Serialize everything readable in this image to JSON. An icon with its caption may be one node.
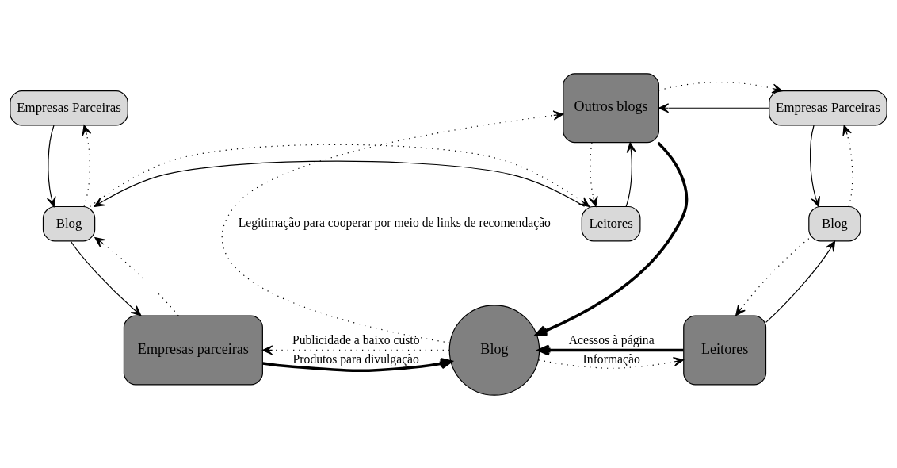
{
  "diagram": {
    "nodes": [
      {
        "text": [
          "Empresas Parceiras"
        ]
      },
      {
        "text": [
          "Outros blogs"
        ]
      },
      {
        "text": [
          "Empresas Parceiras"
        ]
      },
      {
        "text": [
          "Blog"
        ]
      },
      {
        "text": [
          "Leitores"
        ]
      },
      {
        "text": [
          "Blog"
        ]
      },
      {
        "text": [
          "Empresas parceiras"
        ]
      },
      {
        "text": [
          "Blog"
        ]
      },
      {
        "text": [
          "Leitores"
        ]
      }
    ],
    "edges": [
      {
        "from": 0,
        "to": 3,
        "arrow": "to"
      },
      {
        "from": 3,
        "to": 0,
        "arrow": "to",
        "style": "dashed"
      },
      {
        "from": 4,
        "to": 3,
        "arrow": "to"
      },
      {
        "from": 3,
        "to": 4,
        "arrow": "to",
        "style": "dashed"
      },
      {
        "from": 4,
        "to": 1,
        "arrow": "to"
      },
      {
        "from": 1,
        "to": 4,
        "arrow": "to",
        "style": "dashed"
      },
      {
        "from": 2,
        "to": 1,
        "arrow": "to"
      },
      {
        "from": 1,
        "to": 2,
        "arrow": "to",
        "style": "dashed"
      },
      {
        "from": 2,
        "to": 5,
        "arrow": "to"
      },
      {
        "from": 5,
        "to": 2,
        "arrow": "to",
        "style": "dashed"
      },
      {
        "from": 8,
        "to": 5,
        "arrow": "to"
      },
      {
        "from": 5,
        "to": 8,
        "arrow": "to",
        "style": "dashed"
      },
      {
        "from": 3,
        "to": 6,
        "arrow": "to"
      },
      {
        "from": 6,
        "to": 3,
        "arrow": "to",
        "style": "dashed"
      },
      {
        "from": 1,
        "to": 7,
        "arrow": "to",
        "style": "thick"
      },
      {
        "from": 7,
        "to": 1,
        "arrow": "to",
        "style": "dashed",
        "label": "Legitimação para cooperar por meio de links de recomendação"
      },
      {
        "from": 6,
        "to": 7,
        "arrow": "to",
        "style": "thick",
        "label": "Produtos para divulgação"
      },
      {
        "from": 8,
        "to": 7,
        "arrow": "to",
        "style": "thick",
        "label": "Acessos à página"
      },
      {
        "from": 7,
        "to": 6,
        "arrow": "to",
        "style": "dashed",
        "label": "Publicidade a baixo custo"
      },
      {
        "from": 7,
        "to": 8,
        "arrow": "to",
        "style": "dashed",
        "label": "Informação"
      }
    ]
  }
}
